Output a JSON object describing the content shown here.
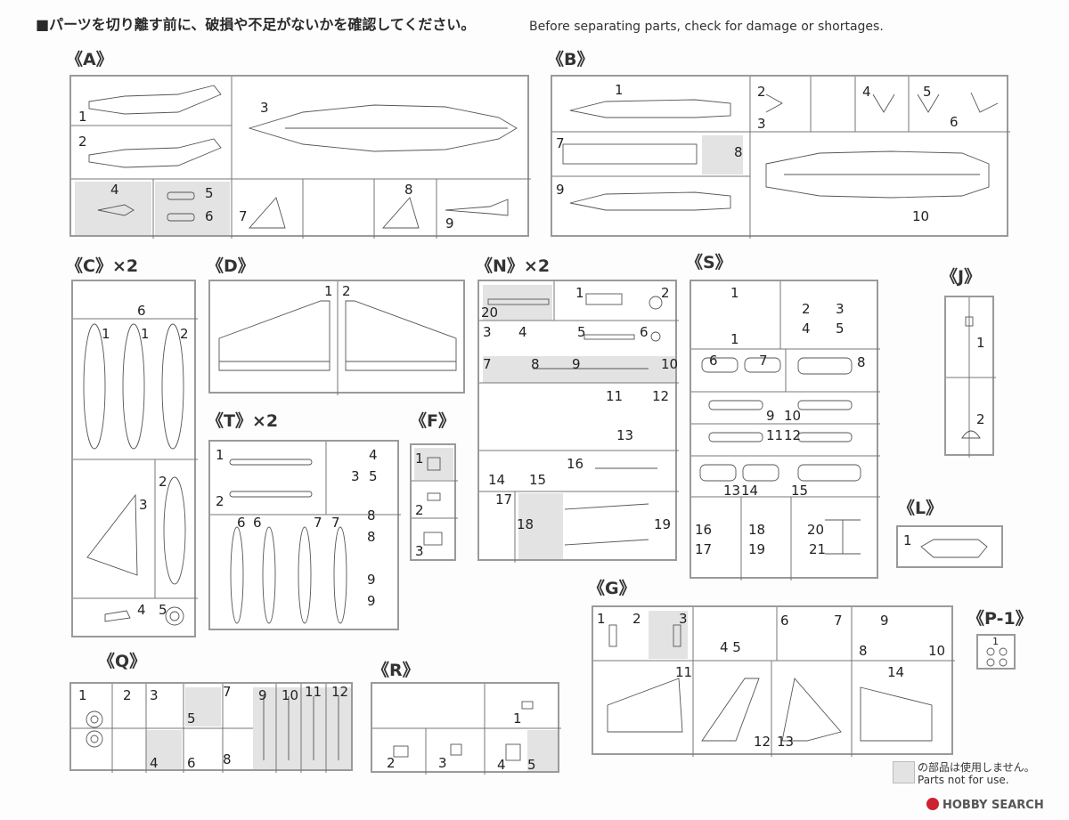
{
  "header": {
    "jp": "■パーツを切り離す前に、破損や不足がないかを確認してください。",
    "en": "Before separating parts, check for damage or shortages."
  },
  "groups": {
    "A": "《A》",
    "B": "《B》",
    "C": "《C》×2",
    "D": "《D》",
    "N": "《N》×2",
    "S": "《S》",
    "J": "《J》",
    "T": "《T》×2",
    "F": "《F》",
    "L": "《L》",
    "G": "《G》",
    "Q": "《Q》",
    "R": "《R》",
    "P1": "《P-1》"
  },
  "parts": {
    "A": [
      "1",
      "2",
      "3",
      "4",
      "5",
      "6",
      "7",
      "8",
      "9"
    ],
    "B": [
      "1",
      "2",
      "3",
      "4",
      "5",
      "6",
      "7",
      "8",
      "9",
      "10"
    ],
    "C": [
      "6",
      "1",
      "1",
      "2",
      "3",
      "2",
      "4",
      "5"
    ],
    "D": [
      "1",
      "2"
    ],
    "N": [
      "1",
      "2",
      "20",
      "3",
      "4",
      "5",
      "6",
      "7",
      "8",
      "9",
      "10",
      "11",
      "12",
      "13",
      "14",
      "15",
      "16",
      "17",
      "18",
      "19"
    ],
    "S": [
      "1",
      "1",
      "2",
      "3",
      "4",
      "5",
      "6",
      "7",
      "8",
      "9",
      "10",
      "11",
      "12",
      "13",
      "14",
      "15",
      "16",
      "17",
      "18",
      "19",
      "20",
      "21"
    ],
    "J": [
      "1",
      "2"
    ],
    "T": [
      "1",
      "2",
      "4",
      "3",
      "5",
      "6",
      "6",
      "7",
      "7",
      "8",
      "8",
      "9",
      "9"
    ],
    "F": [
      "1",
      "2",
      "3"
    ],
    "L": [
      "1"
    ],
    "G": [
      "1",
      "2",
      "3",
      "4 5",
      "6",
      "7",
      "9",
      "8",
      "10",
      "11",
      "14",
      "12",
      "13"
    ],
    "Q": [
      "1",
      "2",
      "3",
      "5",
      "7",
      "9",
      "10",
      "11",
      "12",
      "4",
      "6",
      "8"
    ],
    "R": [
      "1",
      "2",
      "3",
      "4",
      "5"
    ],
    "P1": [
      "1"
    ]
  },
  "legend": {
    "jp": "の部品は使用しません。",
    "en": "Parts not for use."
  },
  "watermark": "HOBBY SEARCH",
  "colors": {
    "frame": "#9a9a9a",
    "unused_fill": "#e3e3e3",
    "line": "#555555"
  }
}
